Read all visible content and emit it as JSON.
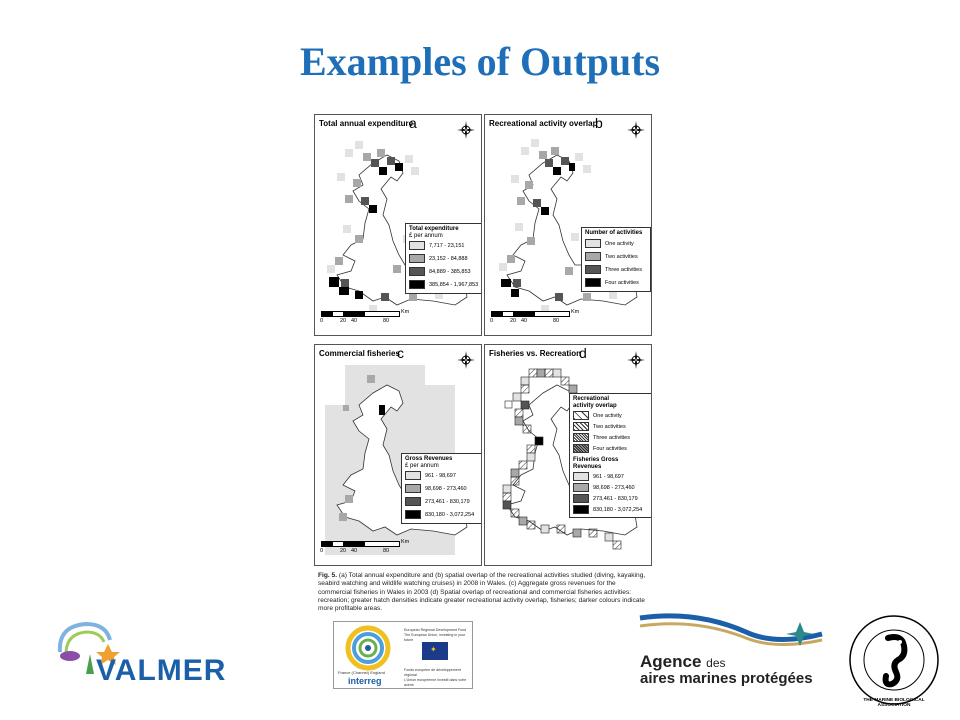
{
  "slide": {
    "title": "Examples of Outputs"
  },
  "panels": [
    {
      "title": "Total annual expenditure",
      "letter": "a",
      "legend_title": "Total expenditure",
      "legend_subtitle": "£ per annum",
      "legend": [
        "7,717 - 23,151",
        "23,152 - 84,888",
        "84,889 - 385,853",
        "385,854 - 1,967,853"
      ]
    },
    {
      "title": "Recreational activity overlap",
      "letter": "b",
      "legend_title": "Number of activities",
      "legend_subtitle": "",
      "legend": [
        "One activity",
        "Two activities",
        "Three activities",
        "Four activities"
      ]
    },
    {
      "title": "Commercial fisheries",
      "letter": "c",
      "legend_title": "Gross Revenues",
      "legend_subtitle": "£ per annum",
      "legend": [
        "961 - 98,697",
        "98,698 - 273,460",
        "273,461 - 830,179",
        "830,180 - 3,072,254"
      ]
    },
    {
      "title": "Fisheries vs. Recreation",
      "letter": "d",
      "legend_title": "Recreational activity overlap",
      "legend_subtitle": "",
      "legend": [
        "One activity",
        "Two activities",
        "Three activities",
        "Four activities"
      ],
      "legend2_title": "Fisheries Gross Revenues",
      "legend2": [
        "961 - 98,697",
        "98,698 - 273,460",
        "273,461 - 830,179",
        "830,180 - 3,072,254"
      ]
    }
  ],
  "scale": {
    "unit": "Km",
    "ticks": [
      "0",
      "20",
      "40",
      "80"
    ]
  },
  "caption": {
    "label": "Fig. 5.",
    "text": " (a) Total annual expenditure and (b) spatial overlap of the recreational activities studied (diving, kayaking, seabird watching and wildlife watching cruises) in 2008 in Wales. (c) Aggregate gross revenues for the commercial fisheries in Wales in 2003 (d) Spatial overlap of recreational and commercial fisheries activities: recreation; greater hatch densities indicate greater recreational activity overlap, fisheries; darker colours indicate more profitable areas."
  },
  "logos": {
    "valmer": "VALMER",
    "interreg_left": "France (Channel) England",
    "interreg_brand": "interreg",
    "interreg_top": "European Regional Development Fund",
    "interreg_top2": "The European Union, investing in your future",
    "interreg_bottom": "Fonds européen de développement régional",
    "interreg_bottom2": "L'Union européenne investit dans votre avenir",
    "agence_line1": "Agence",
    "agence_des": "des",
    "agence_line2": "aires marines protégées",
    "mba": "THE MARINE BIOLOGICAL ASSOCIATION"
  },
  "colors": {
    "title": "#1f6fb8",
    "valmer": "#1b5fa8",
    "shade1": "#e2e2e2",
    "shade2": "#a8a8a8",
    "shade3": "#555555",
    "shade4": "#000000"
  }
}
